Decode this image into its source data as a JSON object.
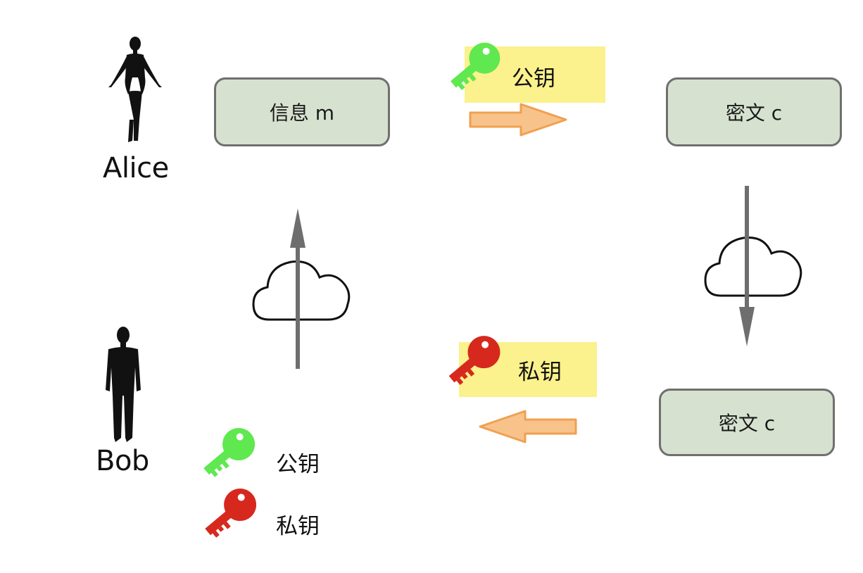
{
  "people": {
    "alice": "Alice",
    "bob": "Bob"
  },
  "boxes": {
    "message": "信息 m",
    "cipher_top": "密文 c",
    "cipher_bottom": "密文 c"
  },
  "keys": {
    "public_label": "公钥",
    "private_label": "私钥"
  },
  "legend": {
    "public_label": "公钥",
    "private_label": "私钥"
  },
  "colors": {
    "public_key": "#5fe84f",
    "private_key": "#d7281e",
    "label_highlight": "#fbf18d",
    "box_fill": "#d6e2cf",
    "box_border": "#6f6f6f",
    "arrow_fill": "#f7c38a",
    "arrow_stroke": "#f0a050",
    "flow_arrow": "#6e6e6e"
  }
}
